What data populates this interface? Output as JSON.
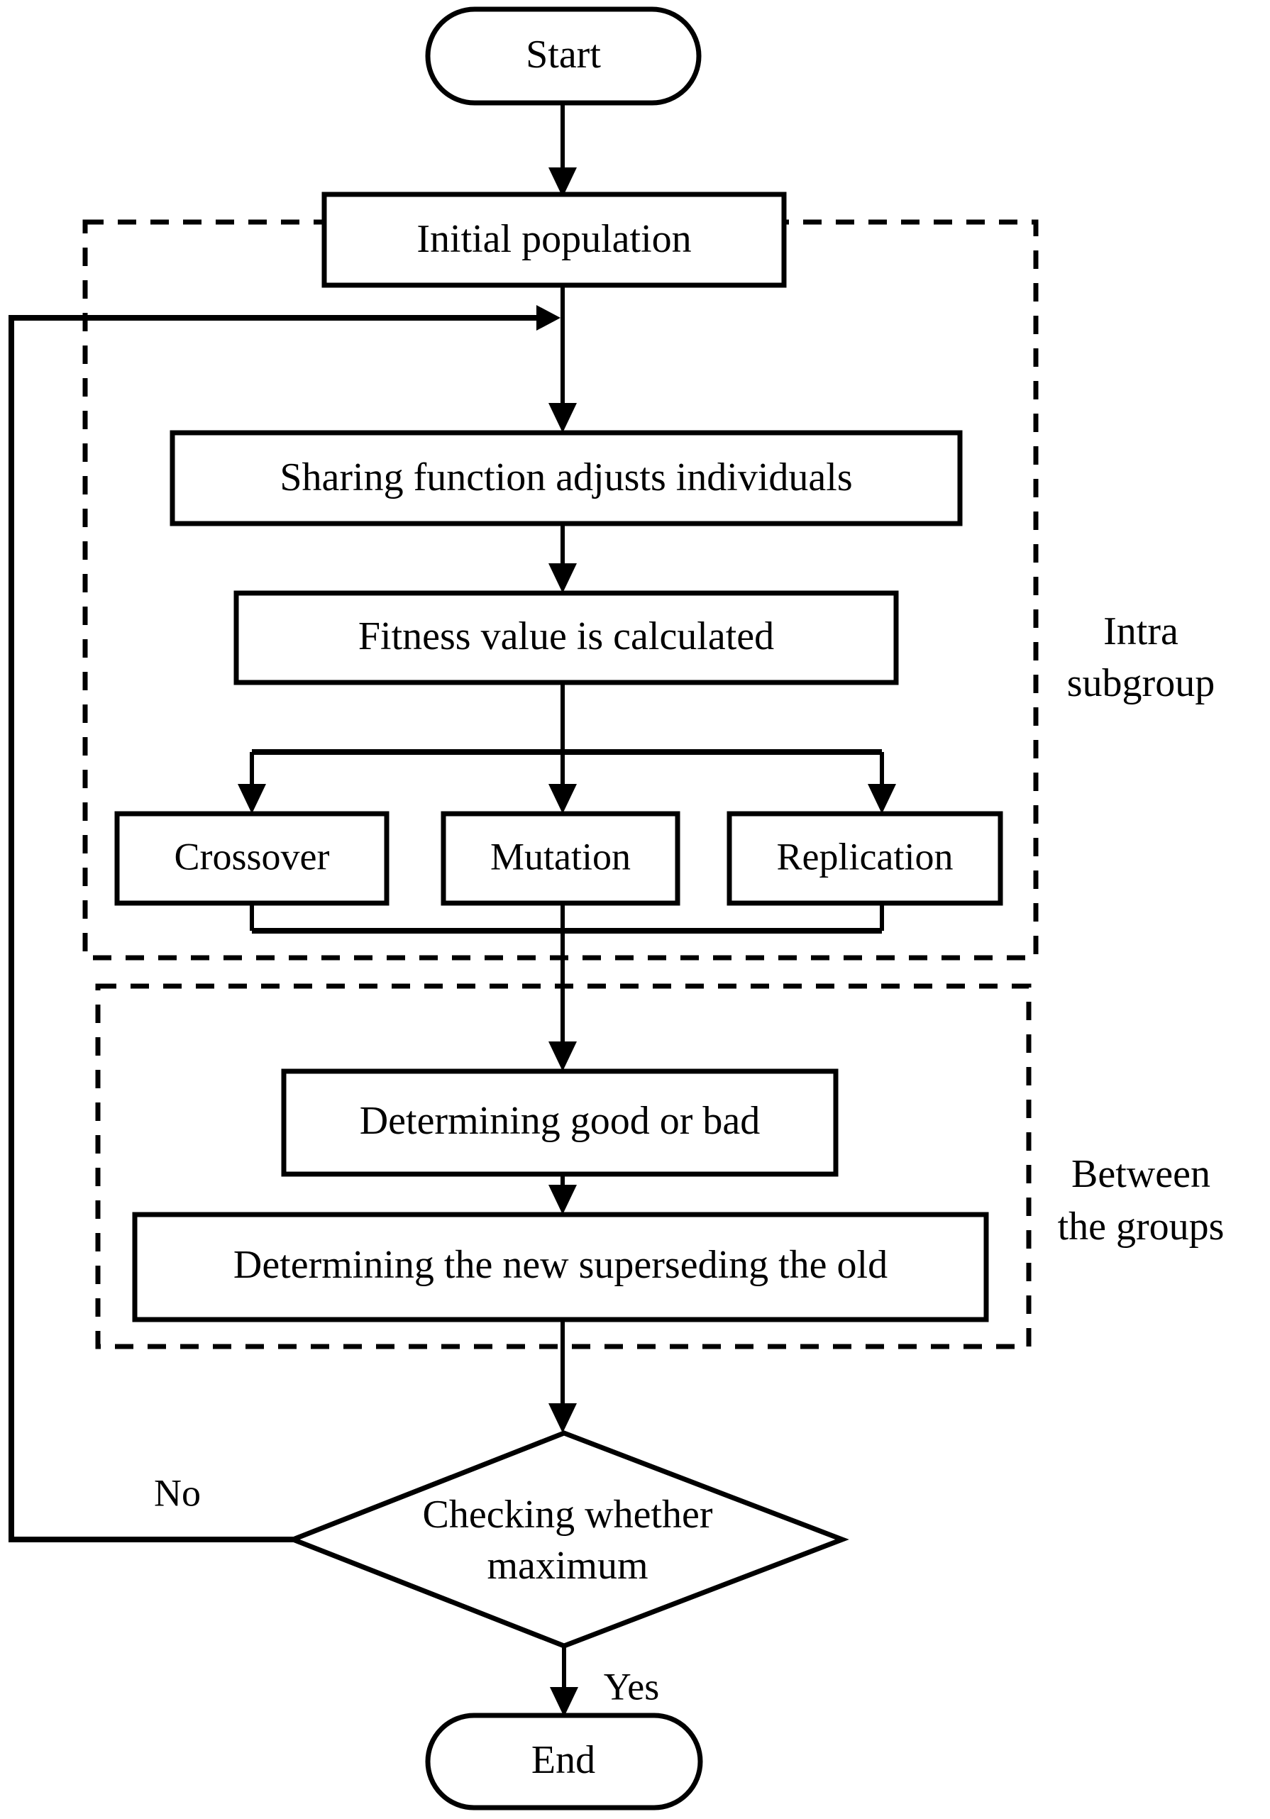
{
  "diagram": {
    "title": "Genetic algorithm flowchart",
    "type": "flowchart",
    "background_color": "#ffffff",
    "line_color": "#000000"
  },
  "nodes": {
    "start": {
      "label": "Start",
      "shape": "terminal"
    },
    "initial_population": {
      "label": "Initial population",
      "shape": "process"
    },
    "sharing_function": {
      "label": "Sharing function adjusts individuals",
      "shape": "process"
    },
    "fitness_value": {
      "label": "Fitness value is calculated",
      "shape": "process"
    },
    "crossover": {
      "label": "Crossover",
      "shape": "process"
    },
    "mutation": {
      "label": "Mutation",
      "shape": "process"
    },
    "replication": {
      "label": "Replication",
      "shape": "process"
    },
    "determining_good_bad": {
      "label": "Determining good or bad",
      "shape": "process"
    },
    "determining_new_old": {
      "label": "Determining the new superseding the old",
      "shape": "process"
    },
    "checking_maximum": {
      "label_line1": "Checking whether",
      "label_line2": "maximum",
      "shape": "decision"
    },
    "end": {
      "label": "End",
      "shape": "terminal"
    }
  },
  "edge_labels": {
    "no": "No",
    "yes": "Yes"
  },
  "groups": {
    "intra_subgroup": {
      "label_line1": "Intra",
      "label_line2": "subgroup",
      "style": "dashed"
    },
    "between_groups": {
      "label_line1": "Between",
      "label_line2": "the groups",
      "style": "dashed"
    }
  }
}
